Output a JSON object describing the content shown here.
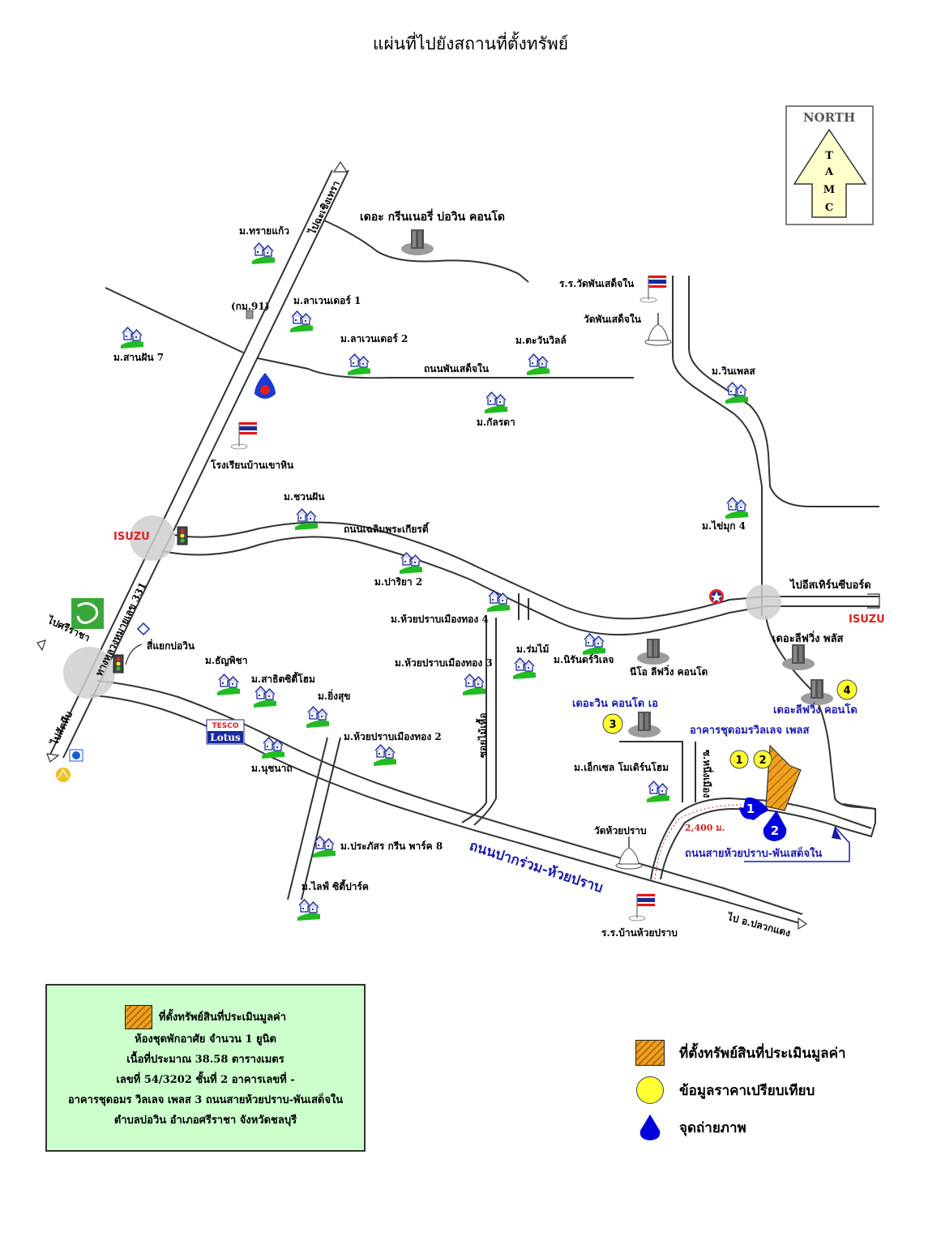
{
  "title": "แผ่นที่ไปยังสถานที่ตั้งทรัพย์",
  "north": {
    "label": "NORTH",
    "letters": [
      "T",
      "A",
      "M",
      "C"
    ]
  },
  "places": {
    "sai_kaeo": "ม.ทรายแก้ว",
    "km91": "(กม.91)",
    "lavender1": "ม.ลาเวนเดอร์ 1",
    "lavender2": "ม.ลาเวนเดอร์ 2",
    "sanfan7": "ม.สานฝัน 7",
    "tawanwill": "ม.ตะวันวิลล์",
    "kanlada": "ม.กัลรดา",
    "greenery": "เดอะ กรีนเนอรี่ บ่อวิน คอนโด",
    "school_phan": "ร.ร.วัดพันเสด็จใน",
    "wat_phan": "วัดพันเสด็จใน",
    "win_place": "ม.วินเพลส",
    "school_khaohin": "โรงเรียนบ้านเขาหิน",
    "chuanfan": "ม.ชวนฝัน",
    "khaimuk4": "ม.ไข่มุก 4",
    "pariya2": "ม.ปาริยา 2",
    "huaypong4": "ม.ห้วยปราบเมืองทอง 4",
    "huaypong3": "ม.ห้วยปราบเมืองทอง 3",
    "huaypong2": "ม.ห้วยปราบเมืองทอง 2",
    "rommai": "ม.ร่มไม้",
    "niran": "ม.นิรันดร์วิเลจ",
    "neo": "นีโอ ลีฟวิ่ง คอนโด",
    "leaf_plus": "เดอะลีฟวิ่ง พลัส",
    "leaf_condo": "เดอะลีฟวิ่ง คอนโด",
    "the_win": "เดอะวิน คอนโด เอ",
    "amorn": "อาคารชุดอมรวิลเลจ เพลส",
    "tanya": "ม.ธัญพิชา",
    "sathit": "ม.สาธิตซิตี้โฮม",
    "yingsuk": "ม.ยิ่งสุข",
    "nuchanat": "ม.นุชนาถ",
    "excel": "ม.เอ็กเซล โมเดิร์นโฮม",
    "wat_huay": "วัดห้วยปราบ",
    "prapas": "ม.ประภัสร กรีน พาร์ค 8",
    "lifecity": "ม.ไลฟ์ ซิตี้ปาร์ค",
    "school_huay": "ร.ร.บ้านห้วยปราบ",
    "bowin_junction": "สี่แยกบ่อวิน"
  },
  "roads": {
    "to_plaeng_yao": "ไปฉะเชิงเทรา",
    "hwy331": "ทางหลวงหมายเลข 331",
    "to_sriracha": "ไปศรีราชา",
    "to_sattahip": "ไปสัตหีบ",
    "phan_sadet": "ถนนพันเสด็จใน",
    "chaloem": "ถนนเฉลิมพระเกียรติ์",
    "to_eastern": "ไปอีสเทิร์นซีบอร์ด",
    "soi_maikhua": "ซอยไม้เหื้อ",
    "soi_nue": "ซ.หนึ่งเมือง",
    "pak_ruam": "ถนนปากร่วม-ห้วยปราบ",
    "sai_huay": "ถนนสายห้วยปราบ-พันเสด็จใน",
    "to_pluak_daeng": "ไป อ.ปลวกแดง",
    "distance": "2,400 ม."
  },
  "brands": {
    "isuzu": "ISUZU",
    "tesco": "TESCO",
    "lotus": "Lotus"
  },
  "markers": {
    "p1": "1",
    "p2": "2",
    "c1": "1",
    "c2": "2",
    "c3": "3",
    "c4": "4"
  },
  "info": {
    "head": "ที่ตั้งทรัพย์สินที่ประเมินมูลค่า",
    "lines": [
      "ห้องชุดพักอาศัย จำนวน 1 ยูนิต",
      "เนื้อที่ประมาณ 38.58 ตารางเมตร",
      "เลขที่ 54/3202 ชั้นที่ 2 อาคารเลขที่ -",
      "อาคารชุดอมร วิลเลจ เพลส 3 ถนนสายห้วยปราบ-พันเสด็จใน",
      "ตำบลบ่อวิน อำเภอศรีราชา จังหวัดชลบุรี"
    ]
  },
  "legend": {
    "property": "ที่ตั้งทรัพย์สินที่ประเมินมูลค่า",
    "comparable": "ข้อมูลราคาเปรียบเทียบ",
    "photo": "จุดถ่ายภาพ"
  },
  "colors": {
    "house_green": "#22bb22",
    "condo_blue": "#1a1ab0",
    "hatch": "#f0a020",
    "info_bg": "#ccffcc",
    "marker_yellow": "#ffff33",
    "arrow_blue": "#0000dd"
  }
}
